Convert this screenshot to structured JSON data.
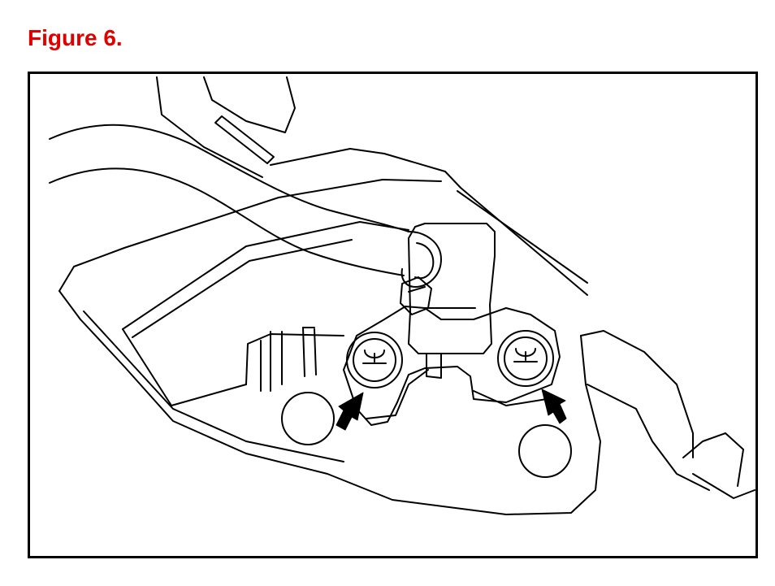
{
  "figure": {
    "title": "Figure 6.",
    "title_color": "#e00000",
    "line_color": "#000000",
    "background_color": "#ffffff",
    "illustration": "sensor-bracket-mounting-line-drawing",
    "callouts": [
      {
        "name": "left-mounting-bolt-arrow",
        "target": "left-mounting-bolt"
      },
      {
        "name": "right-mounting-bolt-arrow",
        "target": "right-mounting-bolt"
      }
    ]
  }
}
